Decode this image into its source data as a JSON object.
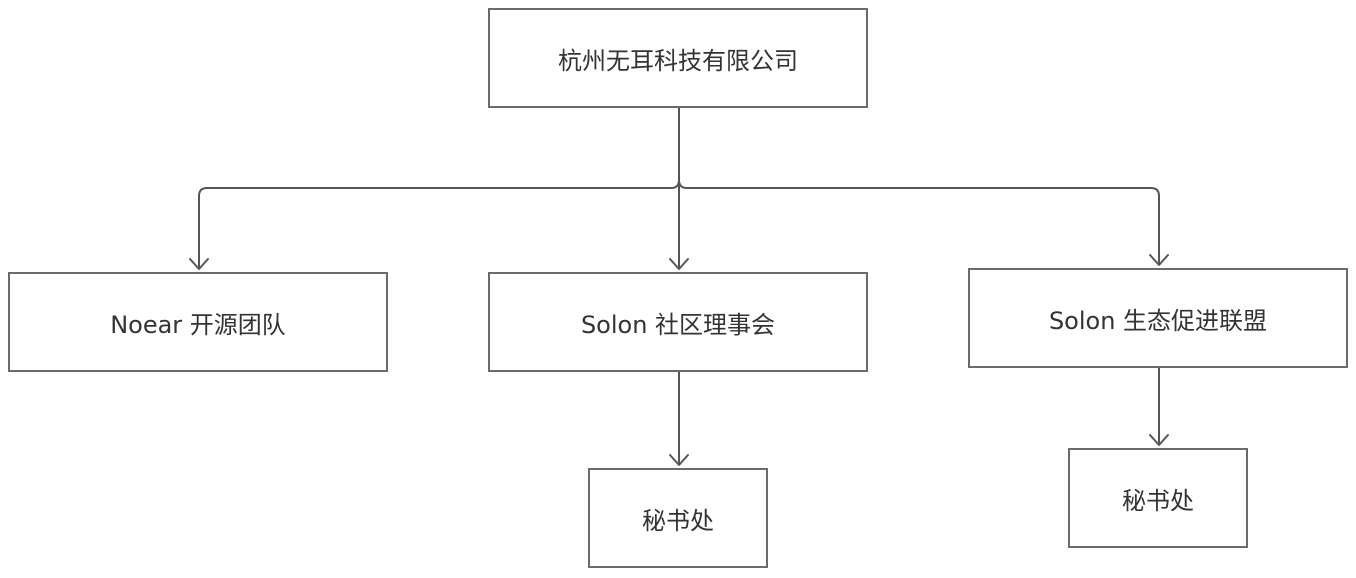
{
  "diagram": {
    "nodes": {
      "root": {
        "label": "杭州无耳科技有限公司"
      },
      "noear_team": {
        "label": "Noear 开源团队"
      },
      "community_council": {
        "label": "Solon 社区理事会"
      },
      "ecosystem_alliance": {
        "label": "Solon 生态促进联盟"
      },
      "council_secretariat": {
        "label": "秘书处"
      },
      "alliance_secretariat": {
        "label": "秘书处"
      }
    },
    "edges": [
      {
        "from": "root",
        "to": "noear_team"
      },
      {
        "from": "root",
        "to": "community_council"
      },
      {
        "from": "root",
        "to": "ecosystem_alliance"
      },
      {
        "from": "community_council",
        "to": "council_secretariat"
      },
      {
        "from": "ecosystem_alliance",
        "to": "alliance_secretariat"
      }
    ],
    "colors": {
      "line": "#555555",
      "border": "#6b6b6b",
      "text": "#333333"
    }
  }
}
